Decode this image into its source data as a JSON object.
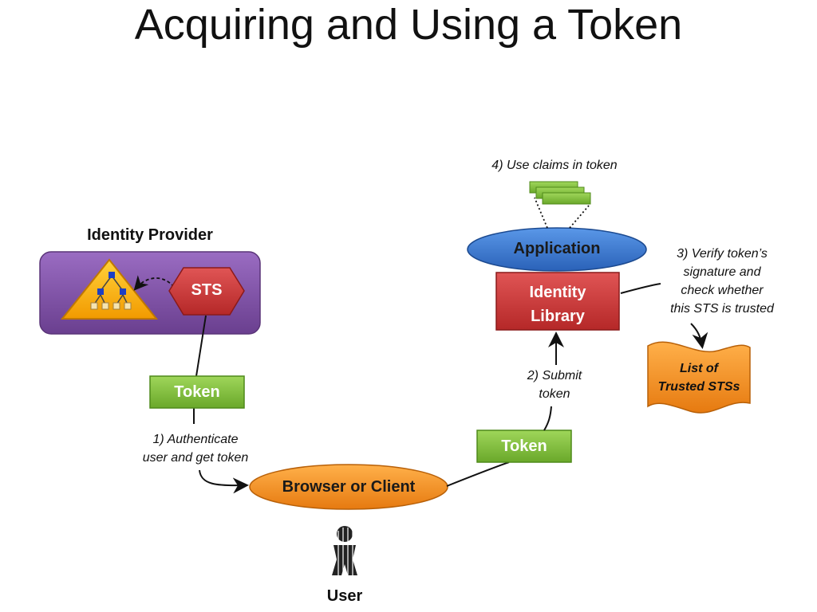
{
  "title": "Acquiring and Using a Token",
  "identity_provider": {
    "heading": "Identity Provider",
    "sts_label": "STS"
  },
  "tokens": {
    "left_label": "Token",
    "bottom_label": "Token"
  },
  "browser_label": "Browser or Client",
  "user_label": "User",
  "application_label": "Application",
  "identity_library_label": "Identity\nLibrary",
  "trusted_list_label": "List of\nTrusted STSs",
  "steps": {
    "step1": "1) Authenticate\nuser and get token",
    "step2": "2) Submit\ntoken",
    "step3": "3) Verify token’s\nsignature and\ncheck whether\nthis STS is trusted",
    "step4": "4) Use claims in token"
  },
  "colors": {
    "purple": "#7b4ea0",
    "red": "#cc3333",
    "green": "#7cb832",
    "orange": "#f08a1e",
    "blue": "#2f6fc8",
    "gold": "#f5a800"
  }
}
